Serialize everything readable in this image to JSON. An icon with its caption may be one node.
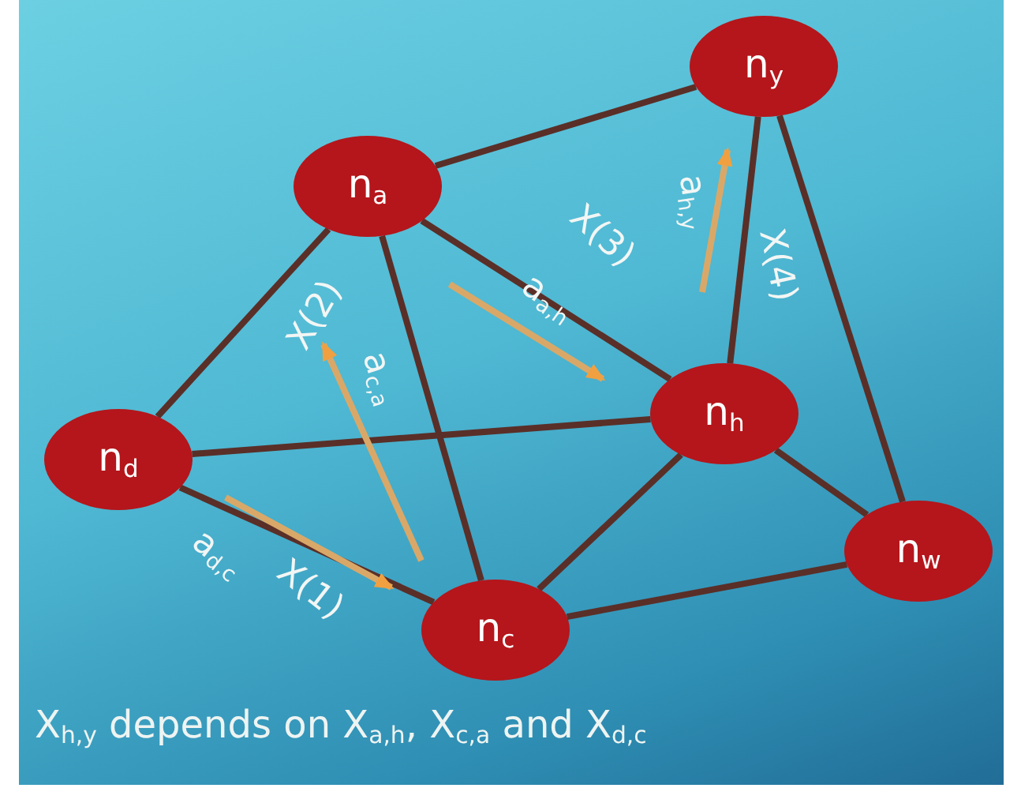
{
  "diagram": {
    "caption": "X$_{h,y}$ depends on X$_{a,h}$, X$_{c,a}$ and X$_{d,c}$",
    "nodes": [
      {
        "text": [
          "n$_{y}$"
        ]
      },
      {
        "text": [
          "n$_{a}$"
        ]
      },
      {
        "text": [
          "n$_{d}$"
        ]
      },
      {
        "text": [
          "n$_{h}$"
        ]
      },
      {
        "text": [
          "n$_{w}$"
        ]
      },
      {
        "text": [
          "n$_{c}$"
        ]
      }
    ],
    "edges": [
      {
        "from": 1,
        "to": 0,
        "arrow": "none"
      },
      {
        "from": 1,
        "to": 2,
        "arrow": "none"
      },
      {
        "from": 1,
        "to": 5,
        "arrow": "none"
      },
      {
        "from": 1,
        "to": 3,
        "arrow": "none"
      },
      {
        "from": 0,
        "to": 3,
        "arrow": "none"
      },
      {
        "from": 0,
        "to": 4,
        "arrow": "none"
      },
      {
        "from": 2,
        "to": 3,
        "arrow": "none"
      },
      {
        "from": 2,
        "to": 5,
        "arrow": "none"
      },
      {
        "from": 5,
        "to": 3,
        "arrow": "none"
      },
      {
        "from": 3,
        "to": 4,
        "arrow": "none"
      },
      {
        "from": 5,
        "to": 4,
        "arrow": "none"
      }
    ],
    "labels": [
      "a$_{h,y}$",
      "X(3)",
      "X(4)",
      "a$_{a,h}$",
      "X(2)",
      "a$_{c,a}$",
      "a$_{d,c}$",
      "X(1)"
    ]
  }
}
